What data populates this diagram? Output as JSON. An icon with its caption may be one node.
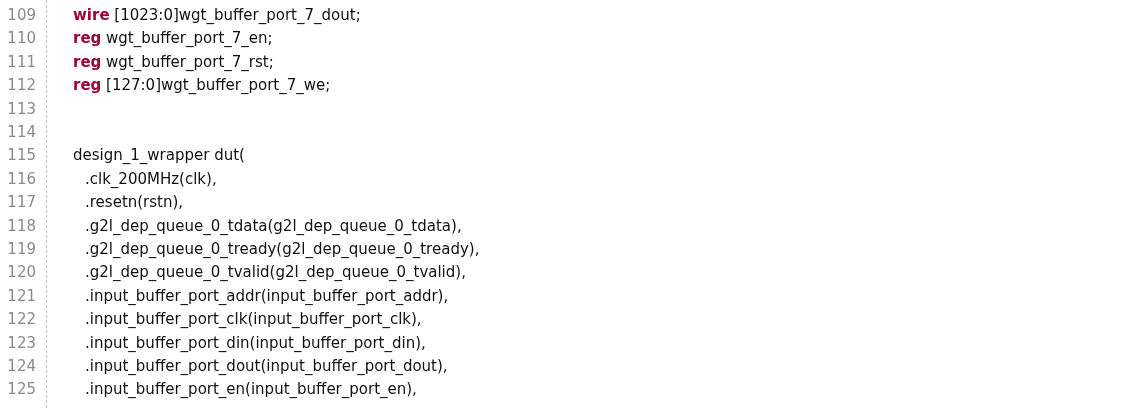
{
  "diagram": {
    "labels": [
      "109",
      "**wire** [1023:0]wgt_buffer_port_7_dout;",
      "110",
      "**reg** wgt_buffer_port_7_en;",
      "111",
      "**reg** wgt_buffer_port_7_rst;",
      "112",
      "**reg** [127:0]wgt_buffer_port_7_we;",
      "113",
      "114",
      "115",
      "design_1_wrapper dut(",
      "116",
      ".clk_200MHz(clk),",
      "117",
      ".resetn(rstn),",
      "118",
      ".g2l_dep_queue_0_tdata(g2l_dep_queue_0_tdata),",
      "119",
      ".g2l_dep_queue_0_tready(g2l_dep_queue_0_tready),",
      "120",
      ".g2l_dep_queue_0_tvalid(g2l_dep_queue_0_tvalid),",
      "121",
      ".input_buffer_port_addr(input_buffer_port_addr),",
      "122",
      ".input_buffer_port_clk(input_buffer_port_clk),",
      "123",
      ".input_buffer_port_din(input_buffer_port_din),",
      "124",
      ".input_buffer_port_dout(input_buffer_port_dout),",
      "125",
      ".input_buffer_port_en(input_buffer_port_en),"
    ]
  }
}
